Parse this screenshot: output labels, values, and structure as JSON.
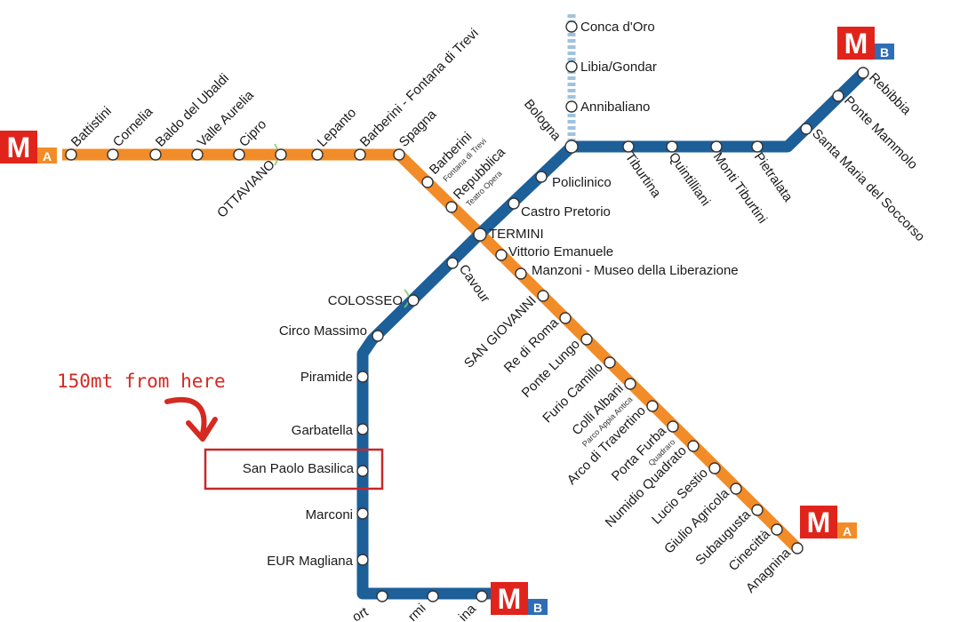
{
  "colors": {
    "line_a": "#f28c28",
    "line_b": "#1d5f99",
    "line_b1": "#9fc3dd",
    "logo_red": "#e0241b",
    "logo_blue_b": "#2f6db5",
    "logo_orange_a": "#f28c28",
    "annotation": "#d42a22"
  },
  "logos": [
    {
      "id": "logo-line-a-west",
      "m": "M",
      "letter": "A"
    },
    {
      "id": "logo-line-b-north",
      "m": "M",
      "letter": "B"
    },
    {
      "id": "logo-line-a-south",
      "m": "M",
      "letter": "A"
    },
    {
      "id": "logo-line-b-south",
      "m": "M",
      "letter": "B"
    }
  ],
  "annotation": {
    "text": "150mt from here",
    "highlighted_station": "San Paolo Basilica"
  },
  "line_a": {
    "stations": [
      "Battistini",
      "Cornelia",
      "Baldo del Ubaldi",
      "Valle Aurelia",
      "Cipro",
      "OTTAVIANO",
      "Lepanto",
      "Barberini - Fontana di Trevi",
      "Spagna",
      "Barberini",
      "Repubblica",
      "TERMINI",
      "Vittorio Emanuele",
      "Manzoni - Museo della Liberazione",
      "SAN GIOVANNI",
      "Re di Roma",
      "Ponte Lungo",
      "Furio Camillo",
      "Colli Albani",
      "Arco di Travertino",
      "Porta Furba",
      "Numidio Quadrato",
      "Lucio Sestio",
      "Giulio Agricola",
      "Subaugusta",
      "Cinecittà",
      "Anagnina"
    ],
    "sublabels": [
      "Fontana di Trevi",
      "Teatro Opera",
      "Parco Appia Antica",
      "Quadraro"
    ]
  },
  "line_b": {
    "stations": [
      "Rebibbia",
      "Ponte Mammolo",
      "Santa Maria del Soccorso",
      "Pietralata",
      "Monti Tiburtini",
      "Quintilliani",
      "Tiburtina",
      "Bologna",
      "Policlinico",
      "Castro Pretorio",
      "TERMINI",
      "Cavour",
      "COLOSSEO",
      "Circo Massimo",
      "Piramide",
      "Garbatella",
      "San Paolo Basilica",
      "Marconi",
      "EUR Magliana",
      "ort",
      "rmi",
      "ina"
    ]
  },
  "line_b1": {
    "stations": [
      "Conca d'Oro",
      "Libia/Gondar",
      "Annibaliano"
    ]
  }
}
